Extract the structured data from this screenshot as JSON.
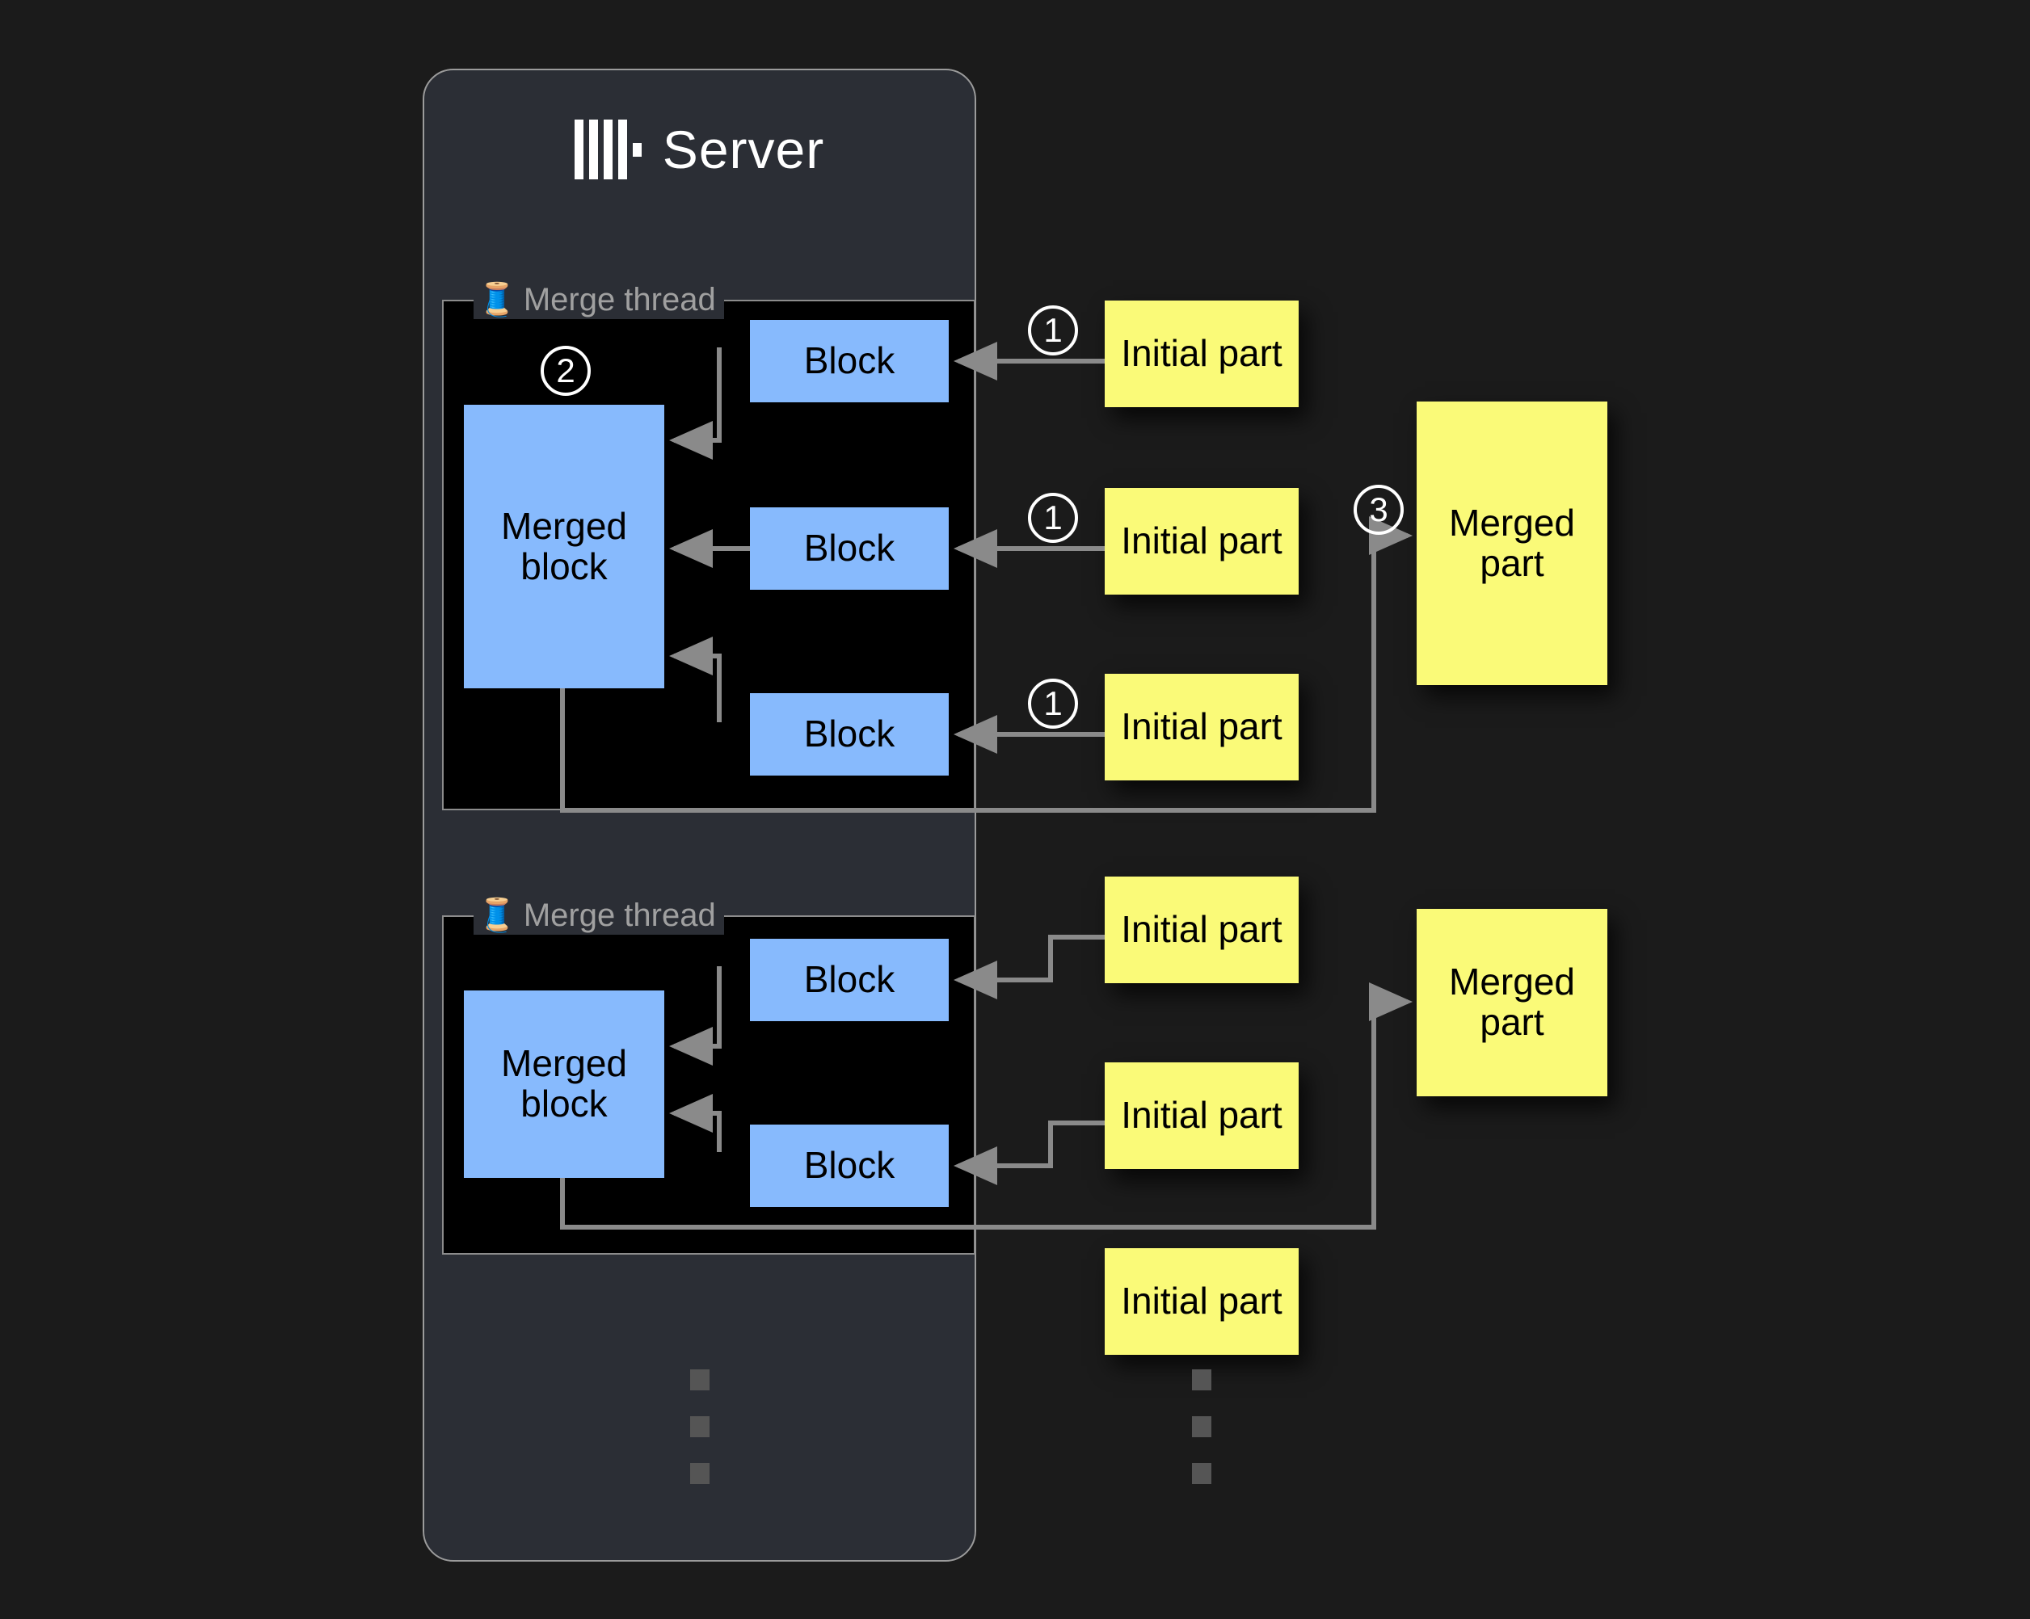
{
  "page": {
    "background_color": "#1b1b1b",
    "title": "ClickHouse server merge threads diagram"
  },
  "server": {
    "title": "Server",
    "logo_icon": "clickhouse-logo-icon",
    "card_color": "#2b2e35",
    "border_color": "#9b9b9b"
  },
  "colors": {
    "block_blue": "#87bafd",
    "part_yellow": "#fafa78",
    "group_black": "#000000",
    "wire_gray": "#9a9a9a",
    "label_gray": "#a0a0a0",
    "dot_gray": "#555555"
  },
  "merge_threads": [
    {
      "label": "Merge thread",
      "icon": "thread-spool-icon",
      "merged_block": "Merged block",
      "blocks": [
        "Block",
        "Block",
        "Block"
      ]
    },
    {
      "label": "Merge thread",
      "icon": "thread-spool-icon",
      "merged_block": "Merged block",
      "blocks": [
        "Block",
        "Block"
      ]
    }
  ],
  "initial_parts": [
    "Initial part",
    "Initial part",
    "Initial part",
    "Initial part",
    "Initial part",
    "Initial part"
  ],
  "merged_parts": [
    "Merged part",
    "Merged part"
  ],
  "steps": [
    {
      "id": "1",
      "glyph": "1"
    },
    {
      "id": "1",
      "glyph": "1"
    },
    {
      "id": "1",
      "glyph": "1"
    },
    {
      "id": "2",
      "glyph": "2"
    },
    {
      "id": "3",
      "glyph": "3"
    }
  ],
  "ellipsis": {
    "glyph": "vertical-ellipsis",
    "count": 3
  }
}
